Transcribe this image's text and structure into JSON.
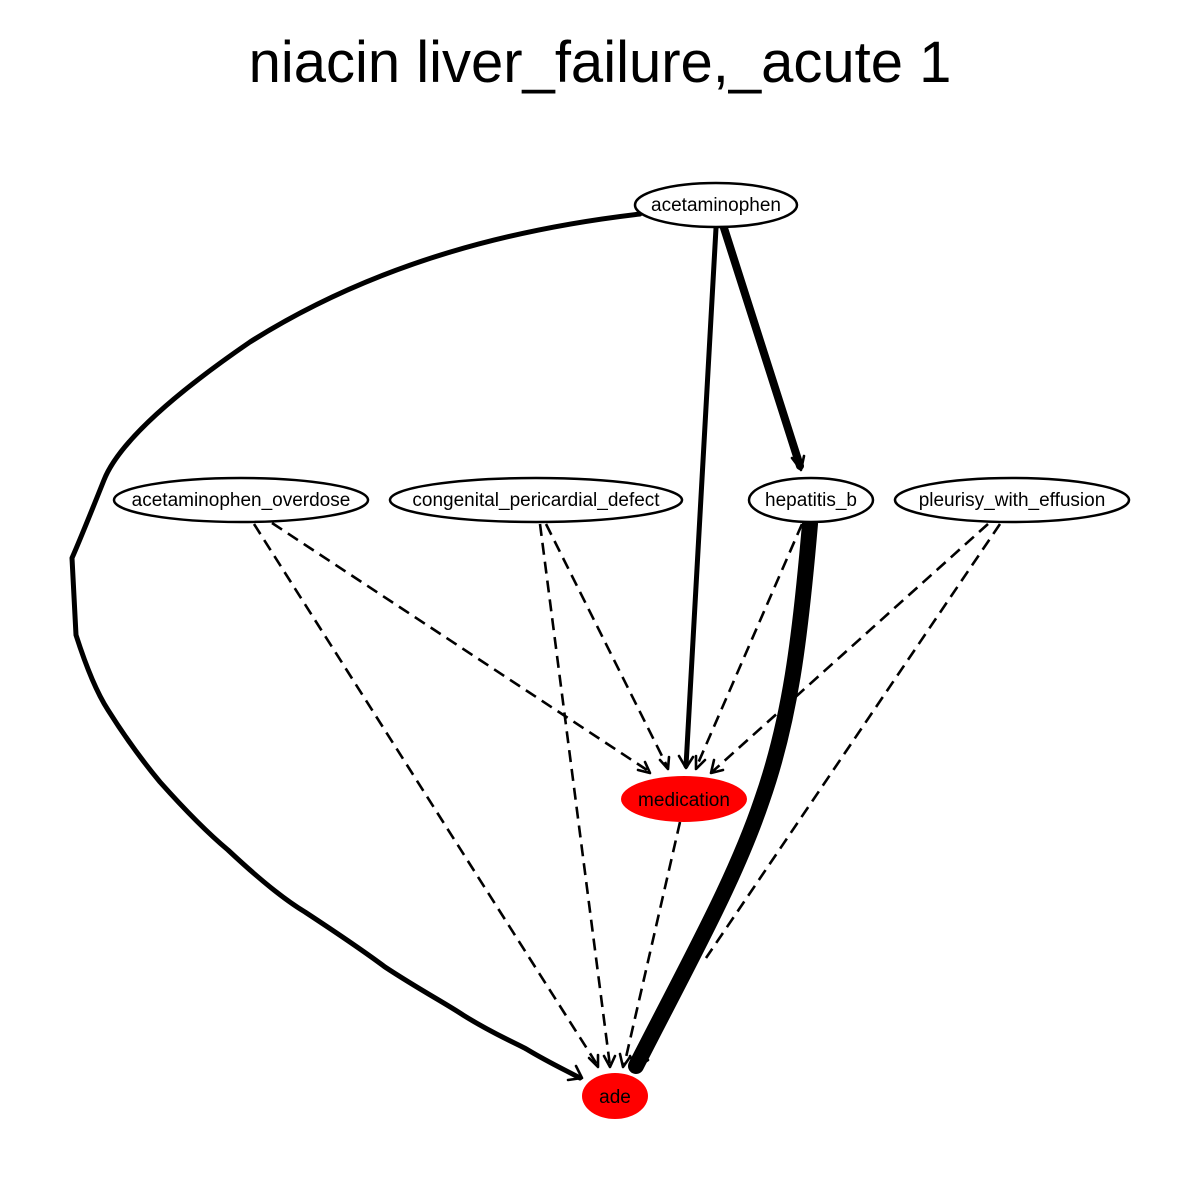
{
  "title": "niacin liver_failure,_acute 1",
  "nodes": {
    "acetaminophen": {
      "label": "acetaminophen",
      "fill": "#ffffff"
    },
    "acetaminophen_overdose": {
      "label": "acetaminophen_overdose",
      "fill": "#ffffff"
    },
    "congenital_pericardial_defect": {
      "label": "congenital_pericardial_defect",
      "fill": "#ffffff"
    },
    "hepatitis_b": {
      "label": "hepatitis_b",
      "fill": "#ffffff"
    },
    "pleurisy_with_effusion": {
      "label": "pleurisy_with_effusion",
      "fill": "#ffffff"
    },
    "medication": {
      "label": "medication",
      "fill": "#ff0000"
    },
    "ade": {
      "label": "ade",
      "fill": "#ff0000"
    }
  },
  "edges": [
    {
      "from": "acetaminophen",
      "to": "ade",
      "style": "solid"
    },
    {
      "from": "acetaminophen",
      "to": "medication",
      "style": "solid"
    },
    {
      "from": "acetaminophen",
      "to": "hepatitis_b",
      "style": "solid"
    },
    {
      "from": "hepatitis_b",
      "to": "ade",
      "style": "solid"
    },
    {
      "from": "acetaminophen_overdose",
      "to": "medication",
      "style": "dashed"
    },
    {
      "from": "acetaminophen_overdose",
      "to": "ade",
      "style": "dashed"
    },
    {
      "from": "congenital_pericardial_defect",
      "to": "medication",
      "style": "dashed"
    },
    {
      "from": "congenital_pericardial_defect",
      "to": "ade",
      "style": "dashed"
    },
    {
      "from": "hepatitis_b",
      "to": "medication",
      "style": "dashed"
    },
    {
      "from": "pleurisy_with_effusion",
      "to": "medication",
      "style": "dashed"
    },
    {
      "from": "pleurisy_with_effusion",
      "to": "ade",
      "style": "dashed"
    },
    {
      "from": "medication",
      "to": "ade",
      "style": "dashed"
    }
  ]
}
